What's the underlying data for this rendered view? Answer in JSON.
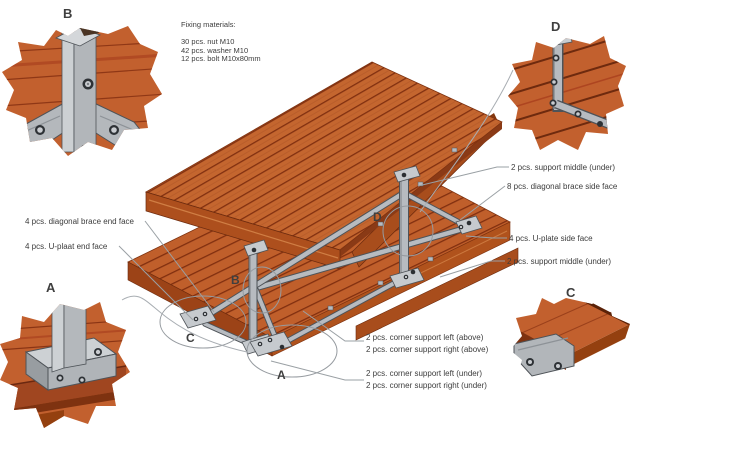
{
  "title_block": {
    "title": "Fixing materials:",
    "items": [
      "30 pcs. nut M10",
      "42 pcs. washer M10",
      "12 pcs. bolt M10x80mm"
    ]
  },
  "detail_labels": {
    "a": "A",
    "b": "B",
    "c": "C",
    "d": "D"
  },
  "part_labels": {
    "left": [
      "4 pcs. diagonal brace end face",
      "4 pcs. U-plaat end face"
    ],
    "right": [
      "2 pcs. support middle (under)",
      "8 pcs. diagonal brace side face",
      "4 pcs. U-plate side face",
      "2 pcs. support middle (under)"
    ],
    "bottom_above": [
      "2 pcs. corner support left (above)",
      "2 pcs. corner support right (above)"
    ],
    "bottom_under": [
      "2 pcs. corner support left (under)",
      "2 pcs. corner support right (under)"
    ]
  },
  "colors": {
    "background": "#ffffff",
    "wood_top": "#c4662f",
    "wood_side": "#9c4317",
    "wood_dark_edge": "#7e3210",
    "plank_line": "#7a2a0c",
    "metal_light": "#b7bbc0",
    "metal_outline": "#4e5358",
    "leader_line": "#9aa0a4",
    "text": "#3c3c3c"
  }
}
